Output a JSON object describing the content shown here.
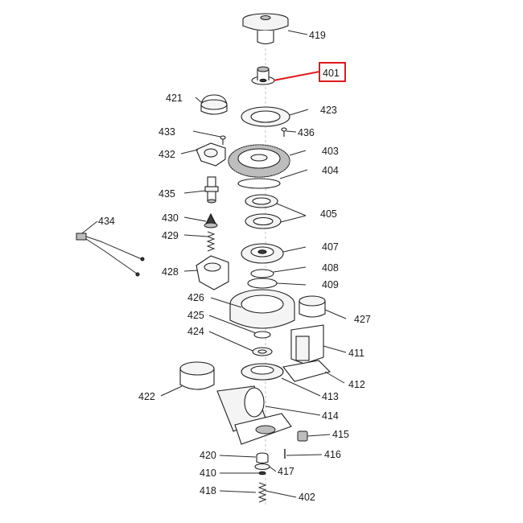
{
  "diagram": {
    "highlight_color": "#e0191e",
    "line_color": "#1e1e1e",
    "highlighted_part": "401",
    "parts": [
      {
        "id": "419",
        "label": "419"
      },
      {
        "id": "401",
        "label": "401"
      },
      {
        "id": "421",
        "label": "421"
      },
      {
        "id": "423",
        "label": "423"
      },
      {
        "id": "433",
        "label": "433"
      },
      {
        "id": "436",
        "label": "436"
      },
      {
        "id": "432",
        "label": "432"
      },
      {
        "id": "403",
        "label": "403"
      },
      {
        "id": "404",
        "label": "404"
      },
      {
        "id": "435",
        "label": "435"
      },
      {
        "id": "405",
        "label": "405"
      },
      {
        "id": "434",
        "label": "434"
      },
      {
        "id": "430",
        "label": "430"
      },
      {
        "id": "429",
        "label": "429"
      },
      {
        "id": "407",
        "label": "407"
      },
      {
        "id": "428",
        "label": "428"
      },
      {
        "id": "408",
        "label": "408"
      },
      {
        "id": "409",
        "label": "409"
      },
      {
        "id": "426",
        "label": "426"
      },
      {
        "id": "427",
        "label": "427"
      },
      {
        "id": "425",
        "label": "425"
      },
      {
        "id": "424",
        "label": "424"
      },
      {
        "id": "411",
        "label": "411"
      },
      {
        "id": "412",
        "label": "412"
      },
      {
        "id": "422",
        "label": "422"
      },
      {
        "id": "413",
        "label": "413"
      },
      {
        "id": "414",
        "label": "414"
      },
      {
        "id": "415",
        "label": "415"
      },
      {
        "id": "416",
        "label": "416"
      },
      {
        "id": "420",
        "label": "420"
      },
      {
        "id": "417",
        "label": "417"
      },
      {
        "id": "410",
        "label": "410"
      },
      {
        "id": "418",
        "label": "418"
      },
      {
        "id": "402",
        "label": "402"
      }
    ]
  }
}
